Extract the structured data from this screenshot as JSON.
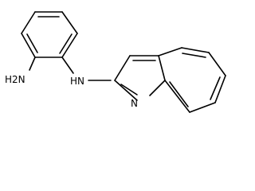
{
  "labels": {
    "amine_h2n": "H2N",
    "amine_hn": "HN",
    "ring_n": "N"
  },
  "colors": {
    "background": "#ffffff",
    "ink": "#000000"
  }
}
